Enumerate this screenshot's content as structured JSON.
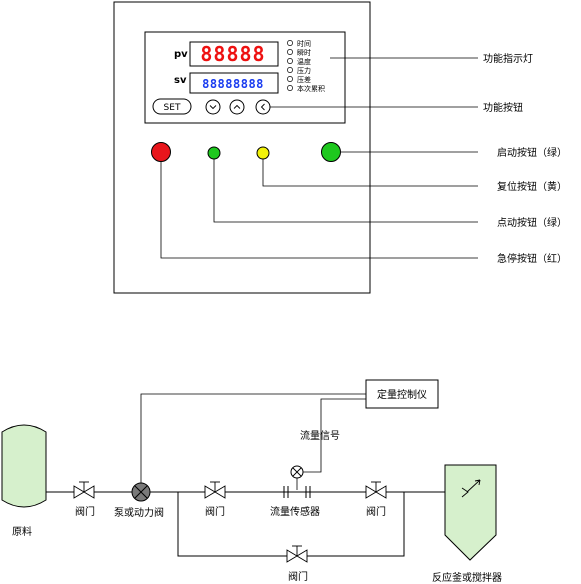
{
  "panel": {
    "pv_label": "pv",
    "sv_label": "sv",
    "pv_display": "88888",
    "sv_display": "88888888",
    "set_button": "SET",
    "indicators": [
      "时间",
      "瞬时",
      "温度",
      "压力",
      "压差",
      "本次累积"
    ],
    "down_icon": "chevron-down-icon",
    "up_icon": "chevron-up-icon",
    "left_icon": "chevron-left-icon"
  },
  "callouts": {
    "indicator_lights": "功能指示灯",
    "function_buttons": "功能按钮",
    "start_button": "启动按钮（绿）",
    "reset_button": "复位按钮（黄）",
    "jog_button": "点动按钮（绿）",
    "estop_button": "急停按钮（红）"
  },
  "colors": {
    "red": "#e8161c",
    "green": "#1ec81e",
    "yellow": "#f2f20a",
    "display_red": "#ee1111",
    "display_blue": "#1a3cf0",
    "tank": "#d6f0cc"
  },
  "process": {
    "controller": "定量控制仪",
    "flow_signal": "流量信号",
    "raw_material": "原料",
    "valve1": "阀门",
    "pump": "泵或动力阀",
    "valve2": "阀门",
    "flow_sensor": "流量传感器",
    "valve3": "阀门",
    "bypass_valve": "阀门",
    "reactor": "反应釜或搅拌器"
  }
}
